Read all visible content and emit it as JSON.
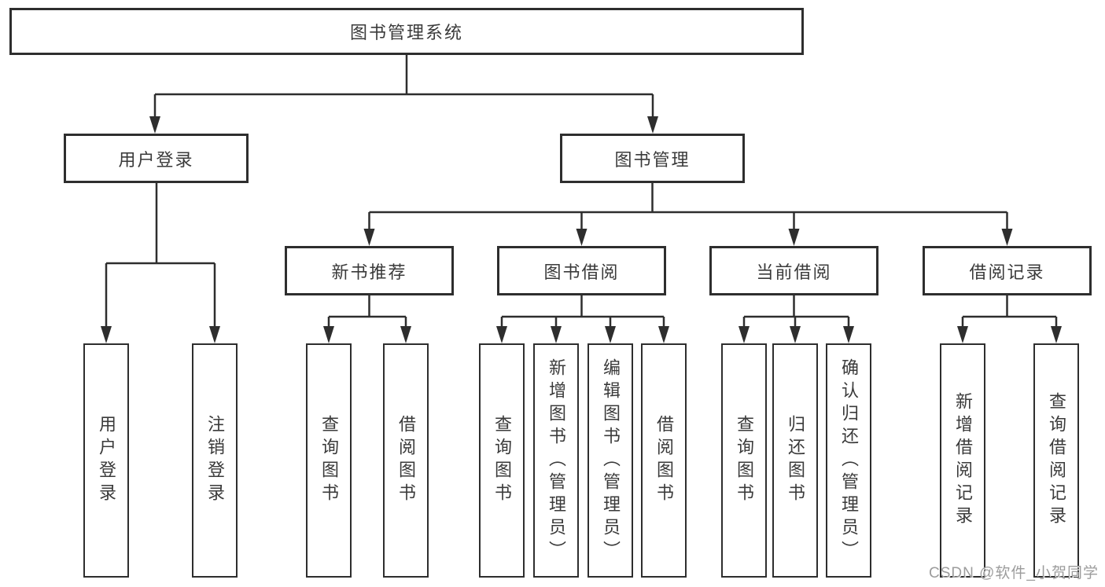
{
  "diagram": {
    "root": {
      "label": "图书管理系统"
    },
    "level2": [
      {
        "label": "用户登录"
      },
      {
        "label": "图书管理"
      }
    ],
    "level3": [
      {
        "label": "新书推荐"
      },
      {
        "label": "图书借阅"
      },
      {
        "label": "当前借阅"
      },
      {
        "label": "借阅记录"
      }
    ],
    "leaves_login": [
      {
        "label": "用户登录"
      },
      {
        "label": "注销登录"
      }
    ],
    "leaves_recommend": [
      {
        "label": "查询图书"
      },
      {
        "label": "借阅图书"
      }
    ],
    "leaves_borrow": [
      {
        "label": "查询图书"
      },
      {
        "label": "新增图书（管理员）"
      },
      {
        "label": "编辑图书（管理员）"
      },
      {
        "label": "借阅图书"
      }
    ],
    "leaves_current": [
      {
        "label": "查询图书"
      },
      {
        "label": "归还图书"
      },
      {
        "label": "确认归还（管理员）"
      }
    ],
    "leaves_record": [
      {
        "label": "新增借阅记录"
      },
      {
        "label": "查询借阅记录"
      }
    ],
    "colors": {
      "line": "#2e2e2e",
      "text": "#3a3a3a",
      "background": "#ffffff",
      "watermark": "#9c9c9c"
    }
  },
  "watermark": {
    "text": "CSDN @软件_小贺同学"
  }
}
